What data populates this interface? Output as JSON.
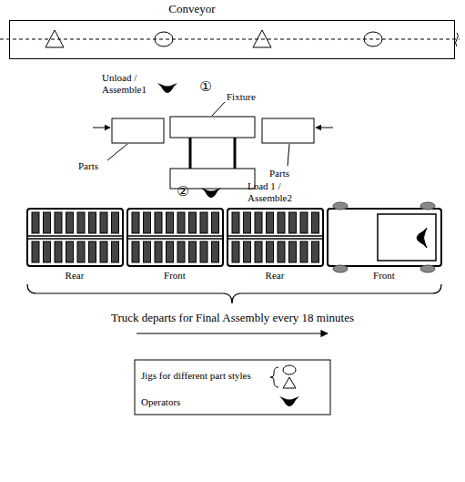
{
  "diagram": {
    "nodes": [
      {
        "text": [
          "Conveyor"
        ]
      }
    ],
    "labels": [
      "Unload / Assemble1",
      "①",
      "Fixture",
      "Parts",
      "Parts",
      "②",
      "Load 1 / Assemble2",
      "Rear",
      "Front",
      "Rear",
      "Front",
      "Truck departs for Final Assembly every 18 minutes"
    ],
    "legend": [
      {
        "text": "Jigs for different part styles"
      },
      {
        "text": "Operators"
      }
    ]
  }
}
